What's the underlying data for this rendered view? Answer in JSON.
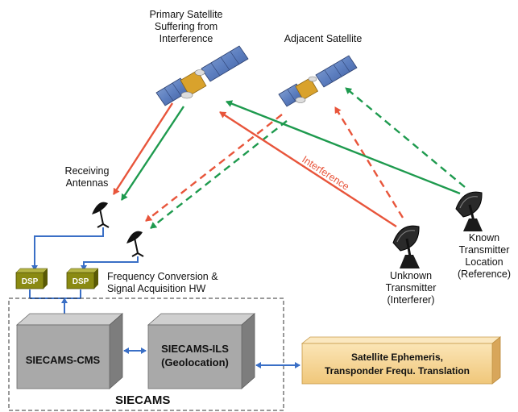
{
  "labels": {
    "primary_satellite": "Primary Satellite Suffering from Interference",
    "adjacent_satellite": "Adjacent Satellite",
    "receiving_antennas": "Receiving Antennas",
    "interference": "Interference",
    "frequency_conversion": "Frequency Conversion & Signal Acquisition HW",
    "unknown_transmitter": "Unknown Transmitter (Interferer)",
    "known_transmitter": "Known Transmitter Location (Reference)",
    "siecams": "SIECAMS"
  },
  "dsp": {
    "left": "DSP",
    "right": "DSP"
  },
  "boxes": {
    "cms": "SIECAMS-CMS",
    "ils_line1": "SIECAMS-ILS",
    "ils_line2": "(Geolocation)",
    "ephemeris_line1": "Satellite Ephemeris,",
    "ephemeris_line2": "Transponder Frequ. Translation"
  },
  "colors": {
    "interference_red": "#e8553b",
    "reference_green": "#1e9a4e",
    "link_blue": "#3a6fc6",
    "box_gray": "#a9a9a9",
    "dsp_olive": "#8a8a12",
    "ephemeris_fill": "#f7d9a0"
  }
}
